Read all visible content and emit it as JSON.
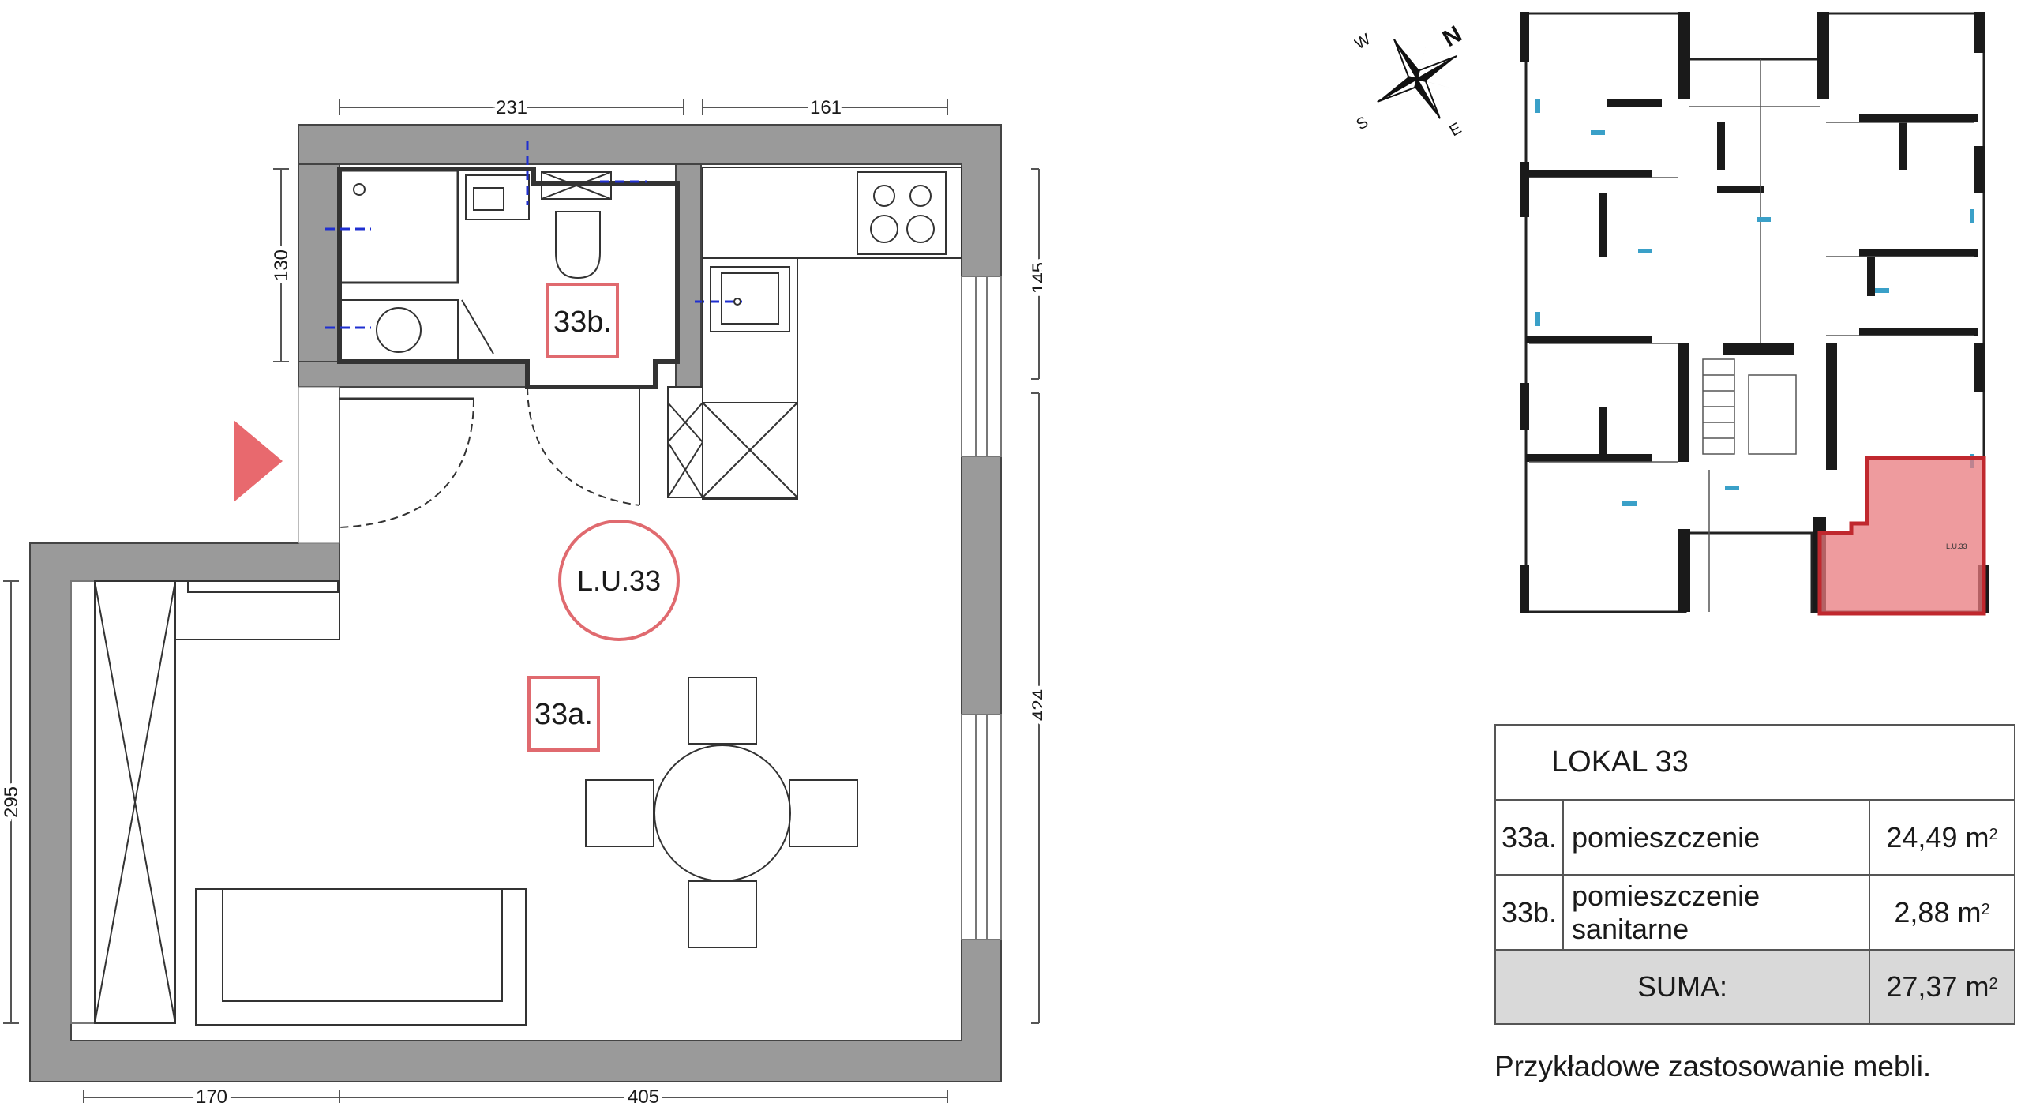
{
  "plan": {
    "unit_label": "L.U.33",
    "rooms": [
      {
        "id": "33b.",
        "name": "pomieszczenie sanitarne"
      },
      {
        "id": "33a.",
        "name": "pomieszczenie"
      }
    ],
    "dimensions": {
      "top_left": "231",
      "top_right": "161",
      "left_upper": "130",
      "left_lower": "295",
      "right_upper": "145",
      "right_lower": "424",
      "bottom_left": "170",
      "bottom_right": "405"
    },
    "colors": {
      "wall": "#9a9a9a",
      "highlight": "#e06a6f",
      "entrance_arrow": "#e8696e",
      "installation": "#1f2fd0"
    }
  },
  "compass": {
    "north": "N",
    "south": "S",
    "east": "E",
    "west": "W"
  },
  "building": {
    "highlighted_unit": "L.U.33",
    "highlight_color": "#e8797d"
  },
  "table": {
    "title": "LOKAL 33",
    "rows": [
      {
        "id": "33a.",
        "name_line1": "pomieszczenie",
        "name_line2": "",
        "area": "24,49 m",
        "unit_sup": "2"
      },
      {
        "id": "33b.",
        "name_line1": "pomieszczenie",
        "name_line2": "sanitarne",
        "area": "2,88 m",
        "unit_sup": "2"
      }
    ],
    "sum_label": "SUMA:",
    "sum_area": "27,37 m",
    "sum_sup": "2"
  },
  "note": "Przykładowe zastosowanie mebli."
}
